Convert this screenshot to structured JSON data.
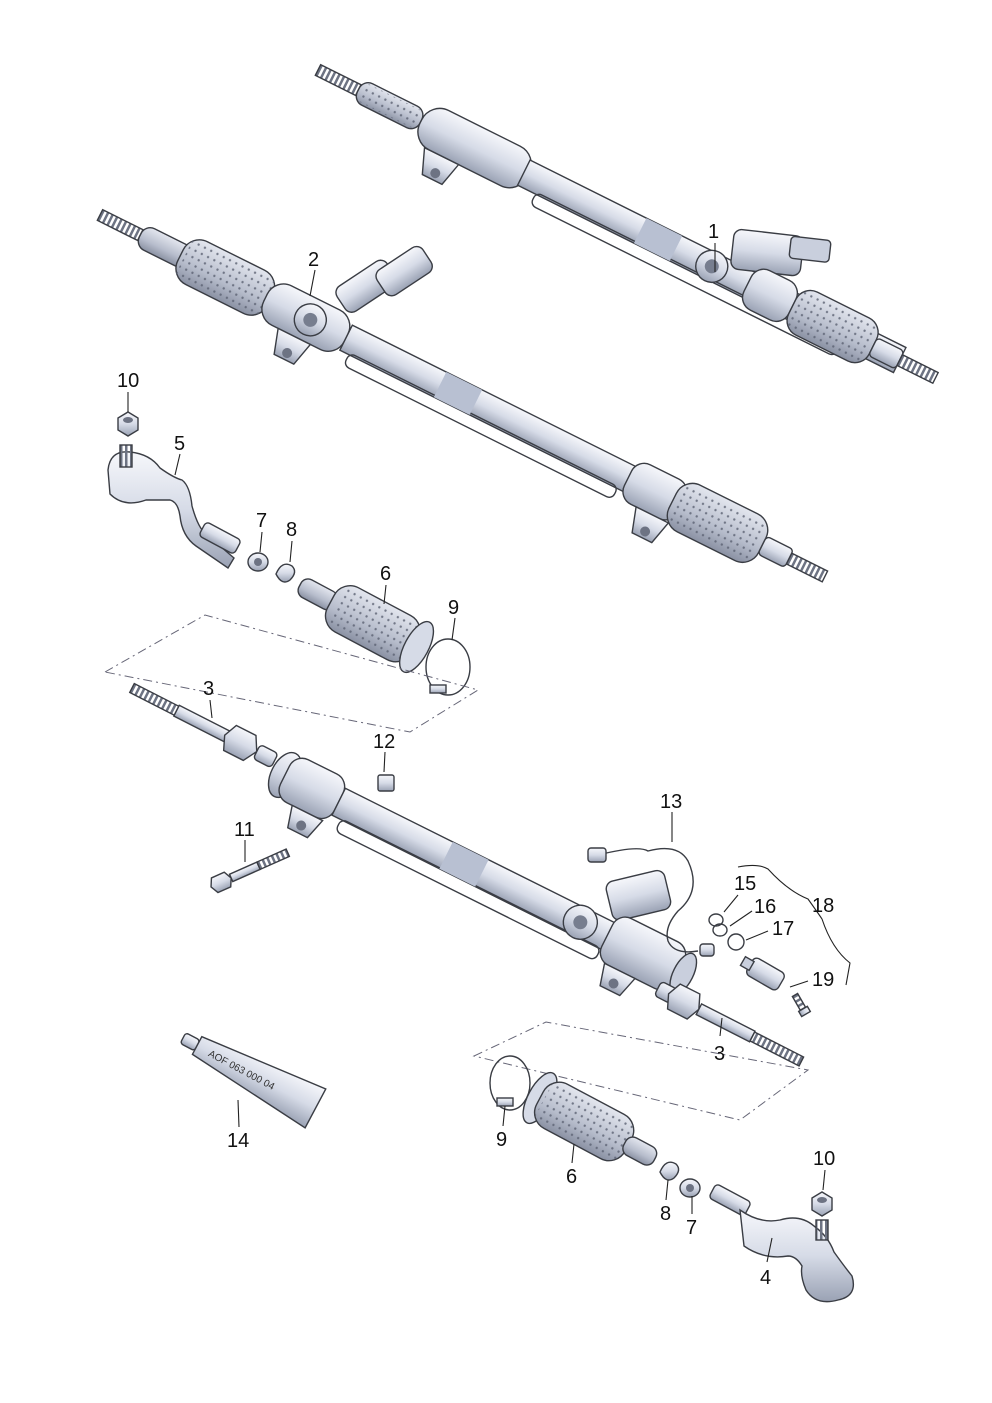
{
  "callouts": [
    {
      "id": "c1",
      "text": "1"
    },
    {
      "id": "c2",
      "text": "2"
    },
    {
      "id": "c3a",
      "text": "3"
    },
    {
      "id": "c3b",
      "text": "3"
    },
    {
      "id": "c4",
      "text": "4"
    },
    {
      "id": "c5",
      "text": "5"
    },
    {
      "id": "c6a",
      "text": "6"
    },
    {
      "id": "c6b",
      "text": "6"
    },
    {
      "id": "c7a",
      "text": "7"
    },
    {
      "id": "c7b",
      "text": "7"
    },
    {
      "id": "c8a",
      "text": "8"
    },
    {
      "id": "c8b",
      "text": "8"
    },
    {
      "id": "c9a",
      "text": "9"
    },
    {
      "id": "c9b",
      "text": "9"
    },
    {
      "id": "c10a",
      "text": "10"
    },
    {
      "id": "c10b",
      "text": "10"
    },
    {
      "id": "c11",
      "text": "11"
    },
    {
      "id": "c12",
      "text": "12"
    },
    {
      "id": "c13",
      "text": "13"
    },
    {
      "id": "c14",
      "text": "14"
    },
    {
      "id": "c15",
      "text": "15"
    },
    {
      "id": "c16",
      "text": "16"
    },
    {
      "id": "c17",
      "text": "17"
    },
    {
      "id": "c18",
      "text": "18"
    },
    {
      "id": "c19",
      "text": "19"
    }
  ],
  "grease_tube_text": "AOF 063 000 04",
  "colors": {
    "metal_light": "#e9ecf4",
    "metal_mid": "#c9cfdd",
    "metal_dark": "#8f97aa",
    "outline": "#3a3d44",
    "background": "#ffffff"
  }
}
